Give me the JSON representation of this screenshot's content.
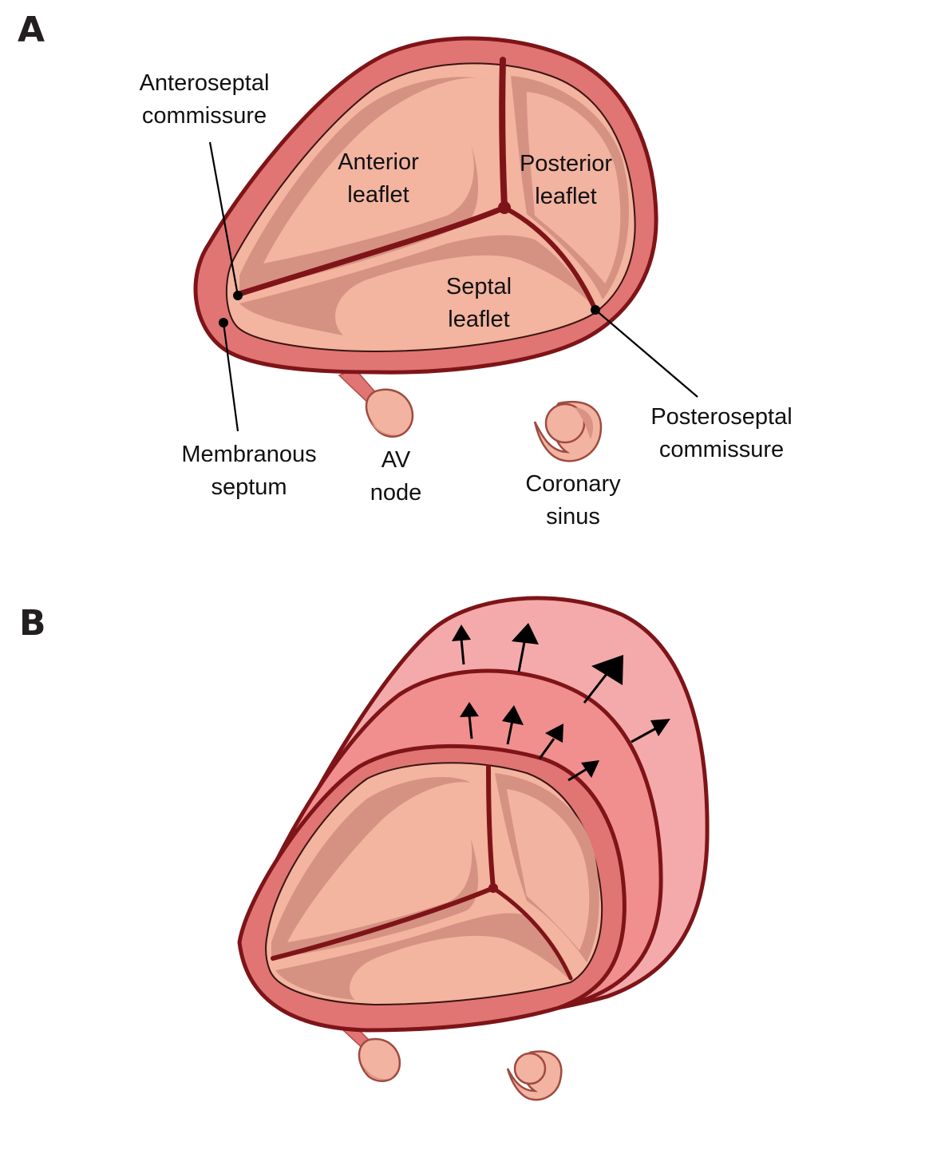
{
  "figure": {
    "panels": [
      {
        "letter": "A",
        "description": "Normal tricuspid valve annulus, top view",
        "labels": {
          "anteroseptal_commissure": [
            "Anteroseptal",
            "commissure"
          ],
          "anterior_leaflet": [
            "Anterior",
            "leaflet"
          ],
          "posterior_leaflet": [
            "Posterior",
            "leaflet"
          ],
          "septal_leaflet": [
            "Septal",
            "leaflet"
          ],
          "membranous_septum": [
            "Membranous",
            "septum"
          ],
          "av_node": [
            "AV",
            "node"
          ],
          "coronary_sinus": [
            "Coronary",
            "sinus"
          ],
          "posteroseptal_commissure": [
            "Posteroseptal",
            "commissure"
          ]
        }
      },
      {
        "letter": "B",
        "description": "Annular dilation — arrows indicate enlargement along anterior and posterior directions",
        "arrow_count": 8
      }
    ],
    "colors": {
      "annulus": "#e07573",
      "outline": "#7e1418",
      "leaflet": "#f2b3a1",
      "leaflet_shade": "#d59282",
      "dilation_outer": "#f4aaab",
      "dilation_mid": "#f08f8e",
      "text": "#111111"
    }
  }
}
